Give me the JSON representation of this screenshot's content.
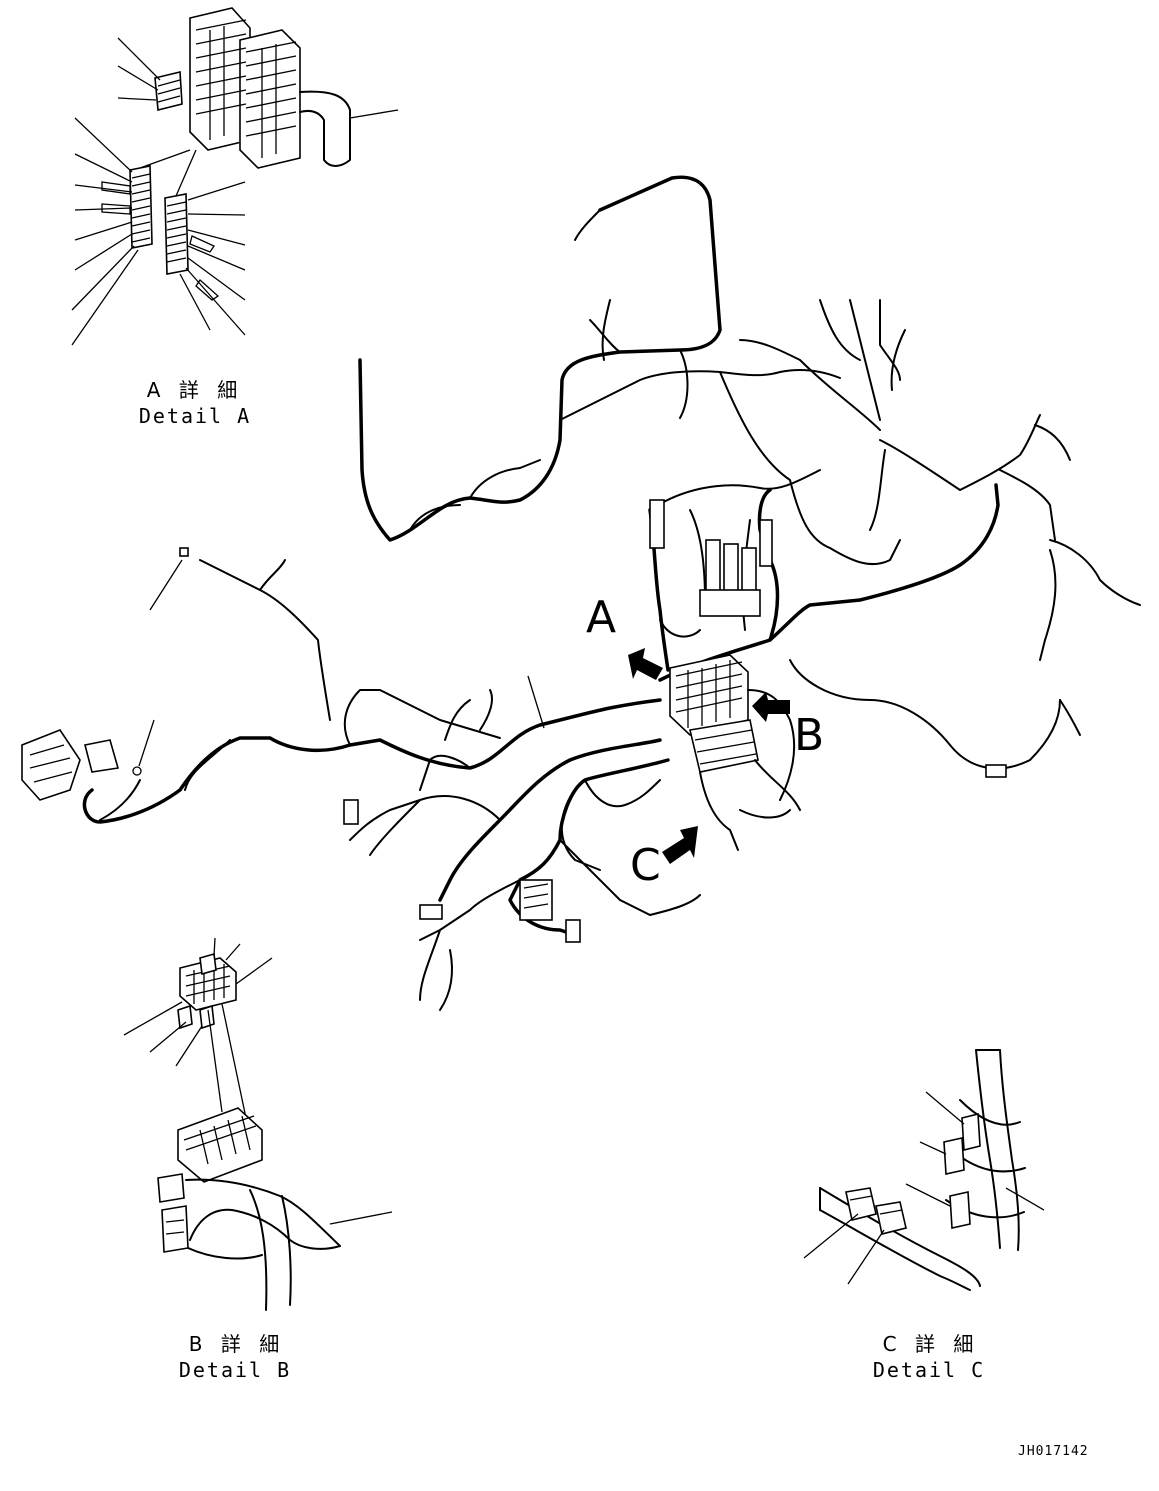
{
  "callouts": {
    "a": "A",
    "b": "B",
    "c": "C"
  },
  "details": {
    "a": {
      "jp": "A 詳 細",
      "en": "Detail A"
    },
    "b": {
      "jp": "B 詳 細",
      "en": "Detail B"
    },
    "c": {
      "jp": "C 詳 細",
      "en": "Detail C"
    }
  },
  "drawing_code": "JH017142",
  "line_color": "#000000",
  "background_color": "#ffffff"
}
